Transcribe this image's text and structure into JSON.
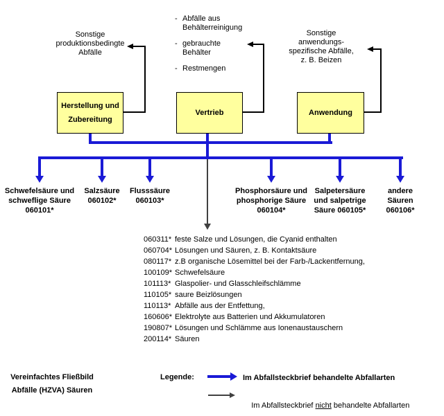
{
  "colors": {
    "flow_blue": "#1A1AD6",
    "box_fill": "#FFFF9E",
    "arrow_gray": "#404040"
  },
  "top": {
    "production_label": [
      "Sonstige",
      "produktionsbedingte",
      "Abfälle"
    ],
    "distribution_list": [
      "Abfälle aus Behälterreinigung",
      "gebrauchte Behälter",
      "Restmengen"
    ],
    "application_label": [
      "Sonstige",
      "anwendungs-",
      "spezifische Abfälle,",
      "z. B. Beizen"
    ]
  },
  "boxes": [
    {
      "lines": [
        "Herstellung und",
        "Zubereitung"
      ]
    },
    {
      "lines": [
        "Vertrieb"
      ]
    },
    {
      "lines": [
        "Anwendung"
      ]
    }
  ],
  "categories": [
    {
      "lines": [
        "Schwefelsäure und",
        "schweflige Säure",
        "060101*"
      ]
    },
    {
      "lines": [
        "Salzsäure",
        "060102*"
      ]
    },
    {
      "lines": [
        "Flusssäure",
        "060103*"
      ]
    },
    {
      "lines": [
        "Phosphorsäure und",
        "phosphorige Säure",
        "060104*"
      ]
    },
    {
      "lines": [
        "Salpetersäure",
        "und salpetrige",
        "Säure 060105*"
      ]
    },
    {
      "lines": [
        "andere",
        "Säuren",
        "060106*"
      ]
    }
  ],
  "waste_codes": [
    {
      "code": "060311*",
      "desc": "feste Salze und Lösungen, die Cyanid enthalten"
    },
    {
      "code": "060704*",
      "desc": "Lösungen und Säuren, z. B. Kontaktsäure"
    },
    {
      "code": "080117*",
      "desc": "z.B organische Lösemittel bei der Farb-/Lackentfernung,"
    },
    {
      "code": "100109*",
      "desc": "Schwefelsäure"
    },
    {
      "code": "101113*",
      "desc": "Glaspolier- und Glasschleifschlämme"
    },
    {
      "code": "110105*",
      "desc": "saure Beizlösungen"
    },
    {
      "code": "110113*",
      "desc": "Abfälle aus der Entfettung,"
    },
    {
      "code": "160606*",
      "desc": "Elektrolyte aus Batterien und Akkumulatoren"
    },
    {
      "code": "190807*",
      "desc": "Lösungen und Schlämme aus Ionenaustauschern"
    },
    {
      "code": "200114*",
      "desc": "Säuren"
    }
  ],
  "footer": {
    "title_lines": [
      "Vereinfachtes Fließbild",
      "Abfälle (HZVA) Säuren"
    ],
    "legend_heading": "Legende:",
    "legend_blue_text": "Im Abfallsteckbrief behandelte Abfallarten",
    "legend_gray_prefix": "Im Abfallsteckbrief ",
    "legend_gray_underlined": "nicht",
    "legend_gray_suffix": " behandelte Abfallarten"
  }
}
